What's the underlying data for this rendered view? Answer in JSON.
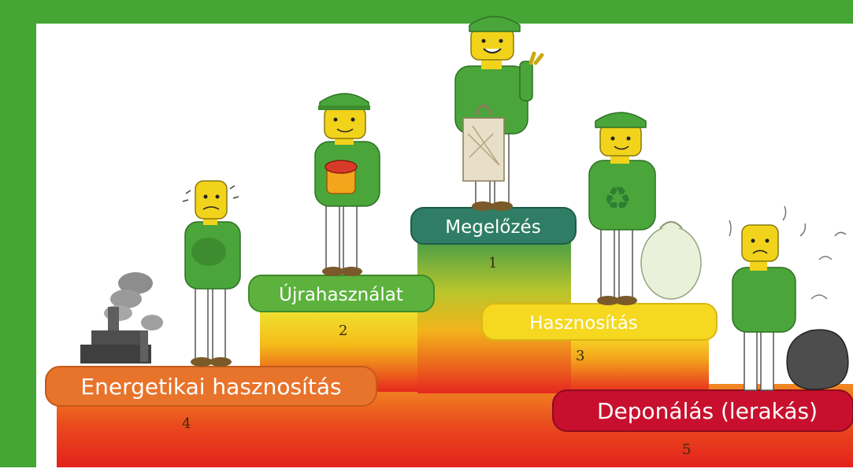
{
  "steps": [
    {
      "rank": "1",
      "label": "Megelőzés",
      "color": "#2e7d63"
    },
    {
      "rank": "2",
      "label": "Újrahasználat",
      "color": "#5cb23d"
    },
    {
      "rank": "3",
      "label": "Hasznosítás",
      "color": "#f5d81f"
    },
    {
      "rank": "4",
      "label": "Energetikai hasznosítás",
      "color": "#e8732a"
    },
    {
      "rank": "5",
      "label": "Deponálás (lerakás)",
      "color": "#c8102e"
    }
  ],
  "colors": {
    "frame": "#45a535",
    "shirt": "#4aa63a",
    "face": "#f2d31b"
  }
}
